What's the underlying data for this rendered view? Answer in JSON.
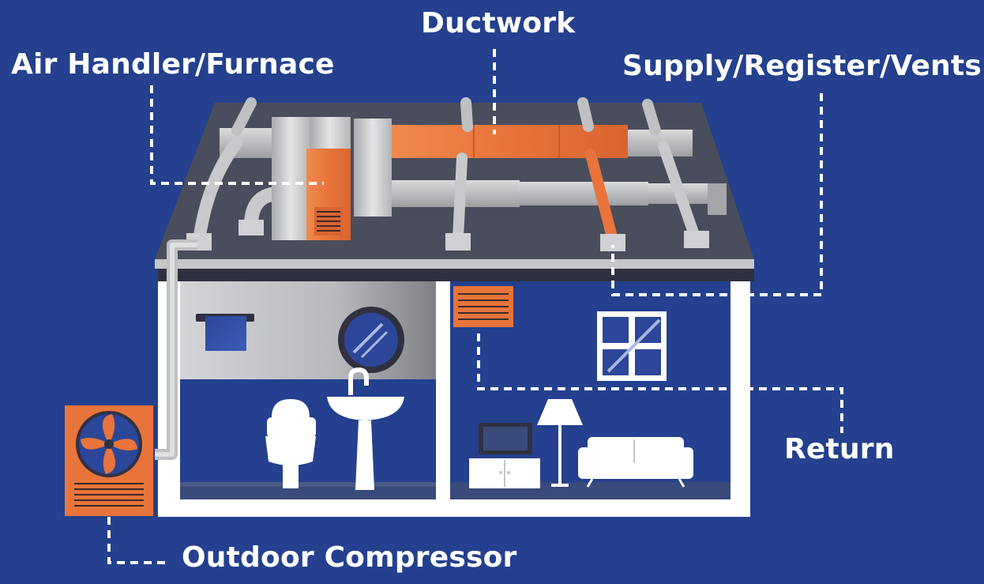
{
  "labels": {
    "ductwork": "Ductwork",
    "air_handler": "Air Handler/Furnace",
    "supply": "Supply/Register/Vents",
    "return": "Return",
    "outdoor": "Outdoor Compressor"
  },
  "colors": {
    "background": "#24408e",
    "accent_orange": "#e8743b",
    "roof": "#4a4d5c",
    "duct_gray": "#c9cacd",
    "wall_white": "#ffffff",
    "dashed_leader": "#ffffff"
  },
  "icons": [
    "fan-icon",
    "toilet-icon",
    "sink-icon",
    "lamp-icon",
    "sofa-icon",
    "tv-icon",
    "window-icon",
    "mirror-icon",
    "towel-rack-icon",
    "vent-grille-icon"
  ]
}
